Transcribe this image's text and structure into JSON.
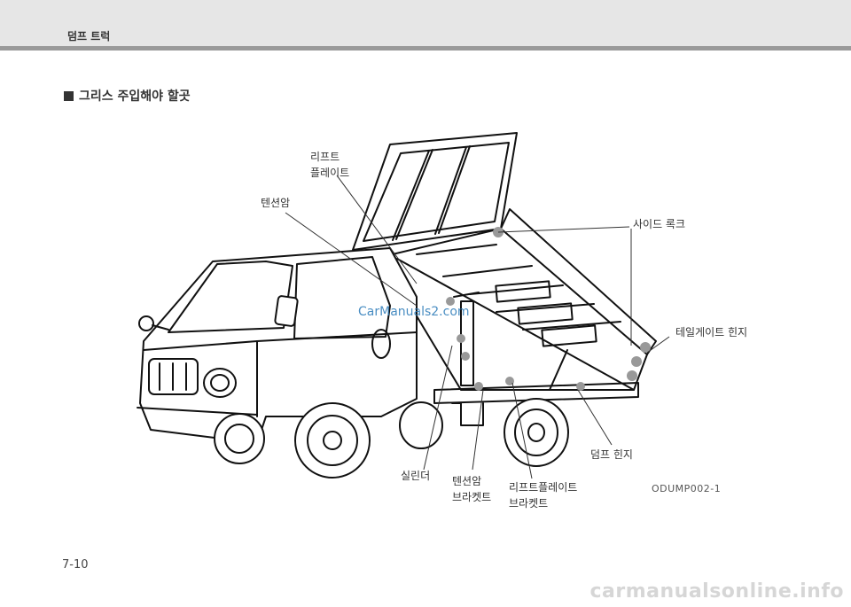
{
  "header": {
    "title": "덤프 트럭"
  },
  "section": {
    "title": "그리스 주입해야 할곳"
  },
  "labels": {
    "lift_plate_1": "리프트",
    "lift_plate_2": "플레이트",
    "tension_arm": "텐션암",
    "side_lock": "사이드 록크",
    "tailgate_hinge": "테일게이트 힌지",
    "dump_hinge": "덤프 힌지",
    "cylinder": "실린더",
    "tension_arm_bracket_1": "텐션암",
    "tension_arm_bracket_2": "브라켓트",
    "lift_plate_bracket_1": "리프트플레이트",
    "lift_plate_bracket_2": "브라켓트"
  },
  "figure_code": "ODUMP002-1",
  "page_number": "7-10",
  "watermark": "CarManuals2.com",
  "footer_site": "carmanualsonline.info"
}
